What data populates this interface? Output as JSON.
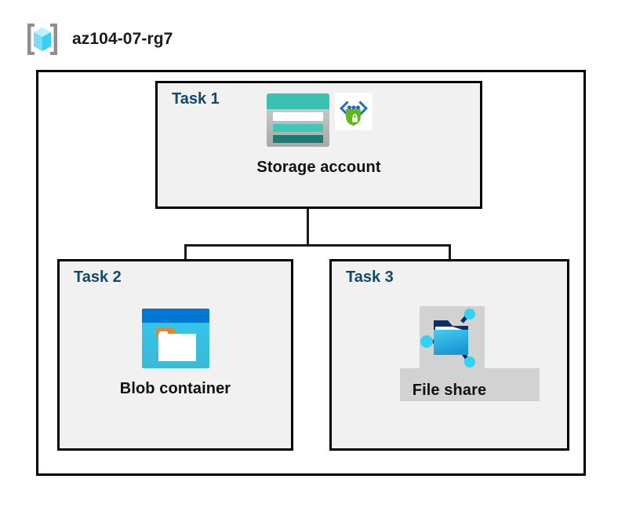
{
  "header": {
    "title": "az104-07-rg7",
    "icon": "resource-group-icon"
  },
  "diagram": {
    "type": "azure-architecture-diagram",
    "container": {
      "name": "resource-group",
      "label": "az104-07-rg7"
    },
    "colors": {
      "task_label": "#11496e",
      "box_fill": "#f1f1f1",
      "box_border": "#000000",
      "canvas": "#ffffff",
      "plate": "#d2d2d2",
      "storage_teal": "#37c2b1",
      "storage_teal_dark": "#1d7c72",
      "blob_blue": "#0078d4",
      "blob_cyan": "#32c8f0",
      "blob_orange": "#f0812a",
      "fileshare_cyan": "#32c8f0",
      "fileshare_navy": "#0b2e6b",
      "shield_green": "#5fb816"
    },
    "tasks": [
      {
        "id": "task-1",
        "label": "Task 1",
        "node_caption": "Storage account",
        "icons": [
          "storage-account-icon",
          "storage-security-icon"
        ]
      },
      {
        "id": "task-2",
        "label": "Task 2",
        "node_caption": "Blob container",
        "icons": [
          "blob-container-icon"
        ]
      },
      {
        "id": "task-3",
        "label": "Task 3",
        "node_caption": "File share",
        "icons": [
          "file-share-icon"
        ]
      }
    ],
    "connections": [
      {
        "from": "task-1",
        "to": "task-2"
      },
      {
        "from": "task-1",
        "to": "task-3"
      }
    ]
  }
}
